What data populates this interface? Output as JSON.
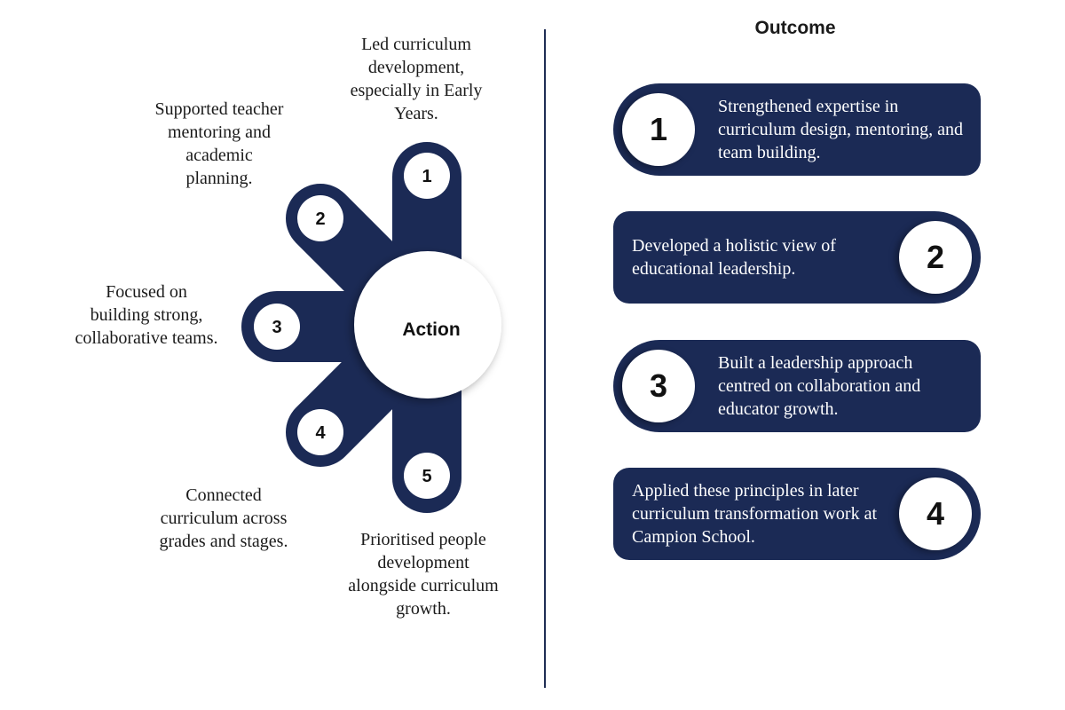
{
  "colors": {
    "navy": "#1b2a55",
    "white": "#ffffff",
    "text": "#1a1a1a"
  },
  "action": {
    "hub_label": "Action",
    "items": [
      {
        "number": "1",
        "text": "Led curriculum development, especially in Early Years."
      },
      {
        "number": "2",
        "text": "Supported teacher mentoring and academic planning."
      },
      {
        "number": "3",
        "text": "Focused on building strong, collaborative teams."
      },
      {
        "number": "4",
        "text": "Connected curriculum across grades and stages."
      },
      {
        "number": "5",
        "text": "Prioritised people development alongside curriculum growth."
      }
    ]
  },
  "outcome": {
    "title": "Outcome",
    "items": [
      {
        "number": "1",
        "text": "Strengthened expertise in curriculum design, mentoring, and team building."
      },
      {
        "number": "2",
        "text": "Developed a holistic view of educational leadership."
      },
      {
        "number": "3",
        "text": "Built a leadership approach centred on collaboration and educator growth."
      },
      {
        "number": "4",
        "text": "Applied these principles in later curriculum transformation work at Campion School."
      }
    ]
  }
}
